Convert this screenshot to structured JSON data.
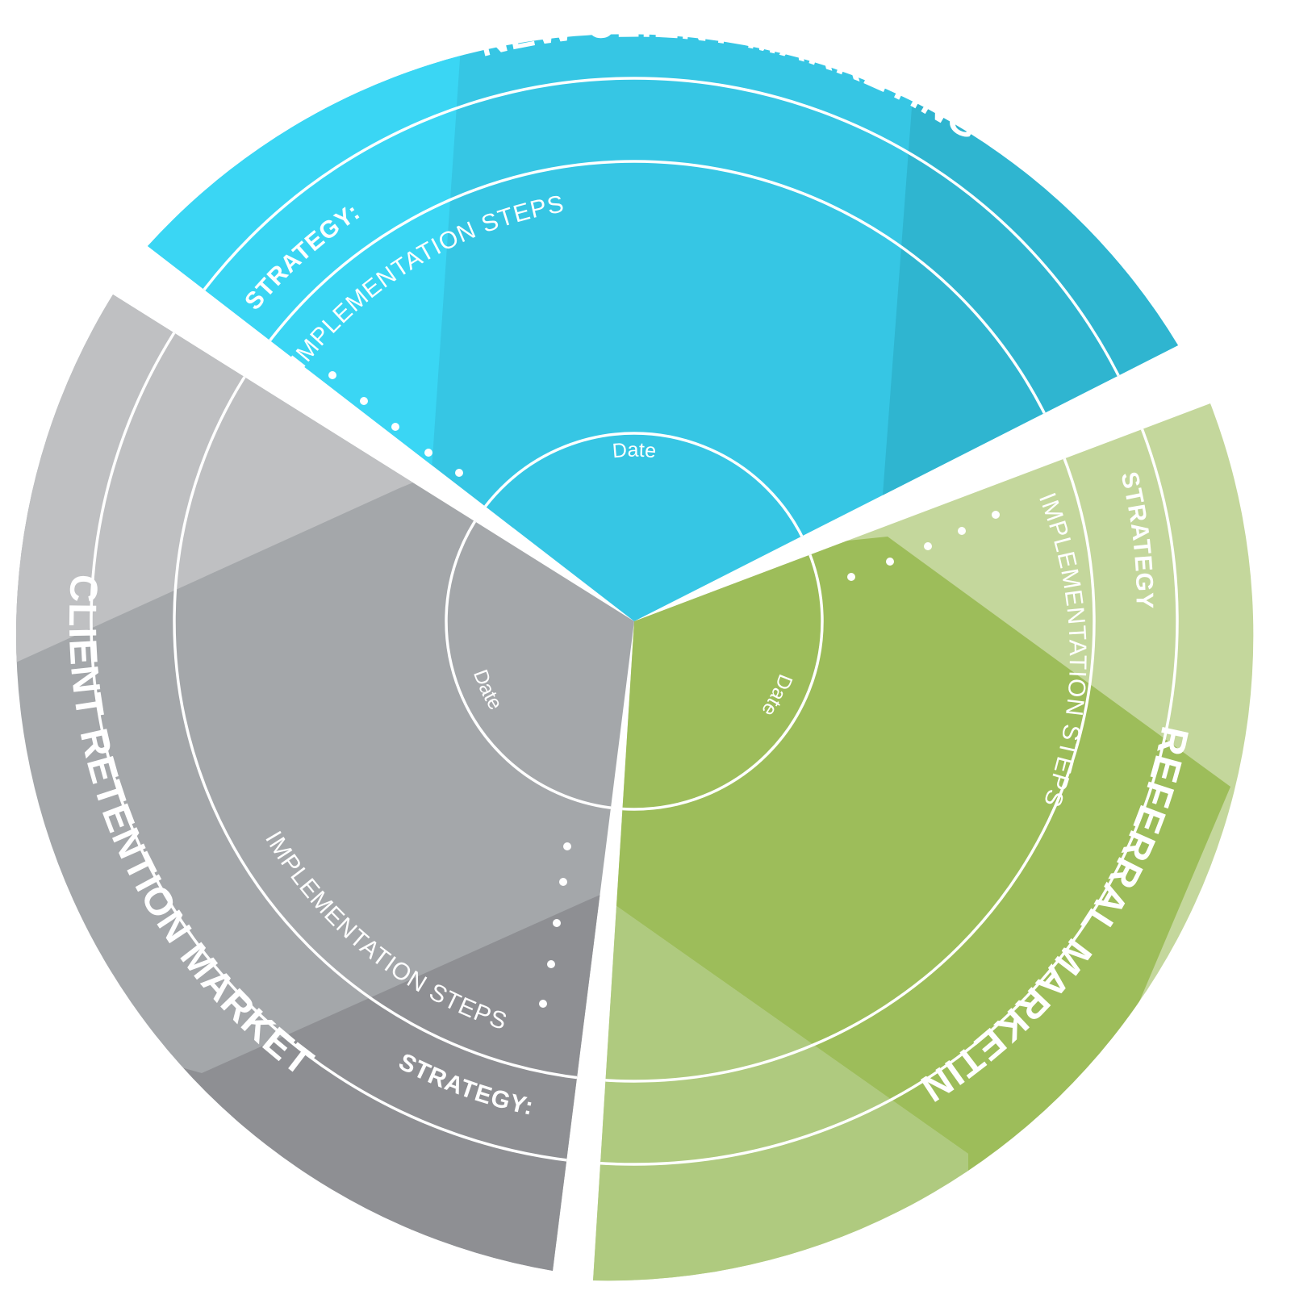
{
  "segments": [
    {
      "id": "new-client",
      "title": "NEW CLIENT MARKETING",
      "strategy_label": "STRATEGY:",
      "steps_label": "IMPLEMENTATION STEPS",
      "date_label": "Date",
      "colors": {
        "base": "#36c6e4",
        "light": "#3ad6f4",
        "dark": "#2fb5d0"
      }
    },
    {
      "id": "referral",
      "title": "REFERRAL MARKETING",
      "strategy_label": "STRATEGY:",
      "steps_label": "IMPLEMENTATION STEPS",
      "date_label": "Date",
      "colors": {
        "base": "#9dbd5a",
        "light": "#c4d79c",
        "dark": "#afca7f"
      }
    },
    {
      "id": "client-retention",
      "title": "CLIENT RETENTION MARKETING",
      "strategy_label": "STRATEGY:",
      "steps_label": "IMPLEMENTATION STEPS",
      "date_label": "Date",
      "colors": {
        "base": "#a4a7aa",
        "light": "#bfc0c2",
        "dark": "#8e8f93"
      }
    }
  ]
}
